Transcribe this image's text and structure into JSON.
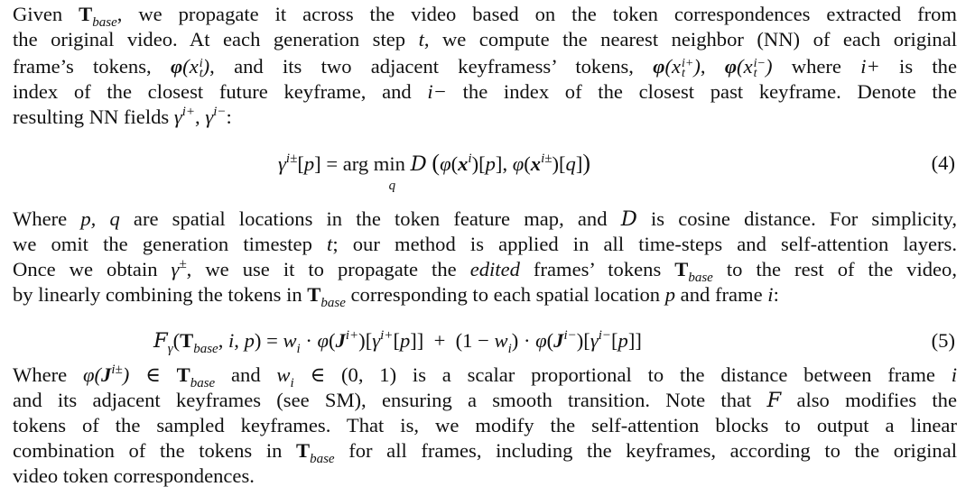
{
  "document": {
    "paragraph1": {
      "lines": [
        "Given T_base, we propagate it across the video based on the token correspondences extracted from",
        "the original video. At each generation step t, we compute the nearest neighbor (NN) of each original",
        "frame’s tokens, φ(x_t^i), and its two adjacent keyframess’ tokens, φ(x_t^{i+}), φ(x_t^{i−}) where i+ is the",
        "index of the closest future keyframe, and i− the index of the closest past keyframe. Denote the",
        "resulting NN fields γ^{i+}, γ^{i−}:"
      ],
      "text": {
        "l1a": "Given ",
        "l1b": ", we propagate it across the video based on the token correspondences extracted from",
        "l2a": "the original video. At each generation step ",
        "l2b": ", we compute the nearest neighbor (NN) of each original",
        "l3a": "frame’s tokens, ",
        "l3b": ", and its two adjacent keyframess’ tokens, ",
        "l3c": " where ",
        "l3d": " is the",
        "l4a": "index of the closest future keyframe, and ",
        "l4b": " the index of the closest past keyframe.  Denote the",
        "l5a": "resulting NN fields "
      }
    },
    "equation4": {
      "latex": "\\gamma^{i\\pm}[p] = \\arg\\min_q \\mathcal{D}\\left(\\phi(\\boldsymbol{x}^i)[p], \\phi(\\boldsymbol{x}^{i\\pm})[q]\\right)",
      "number": "(4)"
    },
    "paragraph2": {
      "lines": [
        "Where p, q are spatial locations in the token feature map, and D is cosine distance. For simplicity,",
        "we omit the generation timestep t; our method is applied in all time-steps and self-attention layers.",
        "Once we obtain γ^±, we use it to propagate the edited frames’ tokens T_base to the rest of the video,",
        "by linearly combining the tokens in T_base corresponding to each spatial location p and frame i:"
      ],
      "text": {
        "l1a": "Where ",
        "l1b": " are spatial locations in the token feature map, and ",
        "l1c": " is cosine distance.  For simplicity,",
        "l2a": "we omit the generation timestep ",
        "l2b": "; our method is applied in all time-steps and self-attention layers.",
        "l3a": "Once we obtain ",
        "l3b": ", we use it to propagate the ",
        "l3c": "edited",
        "l3d": " frames’ tokens ",
        "l3e": " to the rest of the video,",
        "l4a": "by linearly combining the tokens in ",
        "l4b": " corresponding to each spatial location ",
        "l4c": " and frame ",
        "l4d": ":"
      }
    },
    "equation5": {
      "latex": "\\mathcal{F}_\\gamma(\\mathbf{T}_{base}, i, p) = w_i \\cdot \\phi(\\boldsymbol{J}^{i+})[\\gamma^{i+}[p]] + (1 - w_i) \\cdot \\phi(\\boldsymbol{J}^{i-})[\\gamma^{i-}[p]]",
      "number": "(5)"
    },
    "paragraph3": {
      "lines": [
        "Where φ(J^{i±}) ∈ T_base and w_i ∈ (0, 1) is a scalar proportional to the distance between frame i",
        "and its adjacent keyframes (see SM), ensuring a smooth transition.  Note that F also modifies the",
        "tokens of the sampled keyframes.  That is, we modify the self-attention blocks to output a linear",
        "combination of the tokens in T_base for all frames, including the keyframes, according to the original",
        "video token correspondences."
      ],
      "text": {
        "l1a": "Where ",
        "l1b": " and ",
        "l1c": " is a scalar proportional to the distance between frame ",
        "l2a": "and its adjacent keyframes (see SM), ensuring a smooth transition.  Note that ",
        "l2b": " also modifies the",
        "l3": "tokens of the sampled keyframes.  That is, we modify the self-attention blocks to output a linear",
        "l4a": "combination of the tokens in ",
        "l4b": " for all frames, including the keyframes, according to the original",
        "l5": "video token correspondences."
      }
    },
    "symbols": {
      "T": "T",
      "base": "base",
      "t": "t",
      "phi": "φ",
      "x": "x",
      "i": "i",
      "iplus": "i+",
      "iminus": "i−",
      "ipm": "i±",
      "gamma": "γ",
      "pm": "±",
      "p": "p",
      "q": "q",
      "pq": "p, q",
      "D": "D",
      "F": "F",
      "J": "J",
      "w": "w",
      "in": "∈",
      "interval": "(0, 1)"
    }
  }
}
